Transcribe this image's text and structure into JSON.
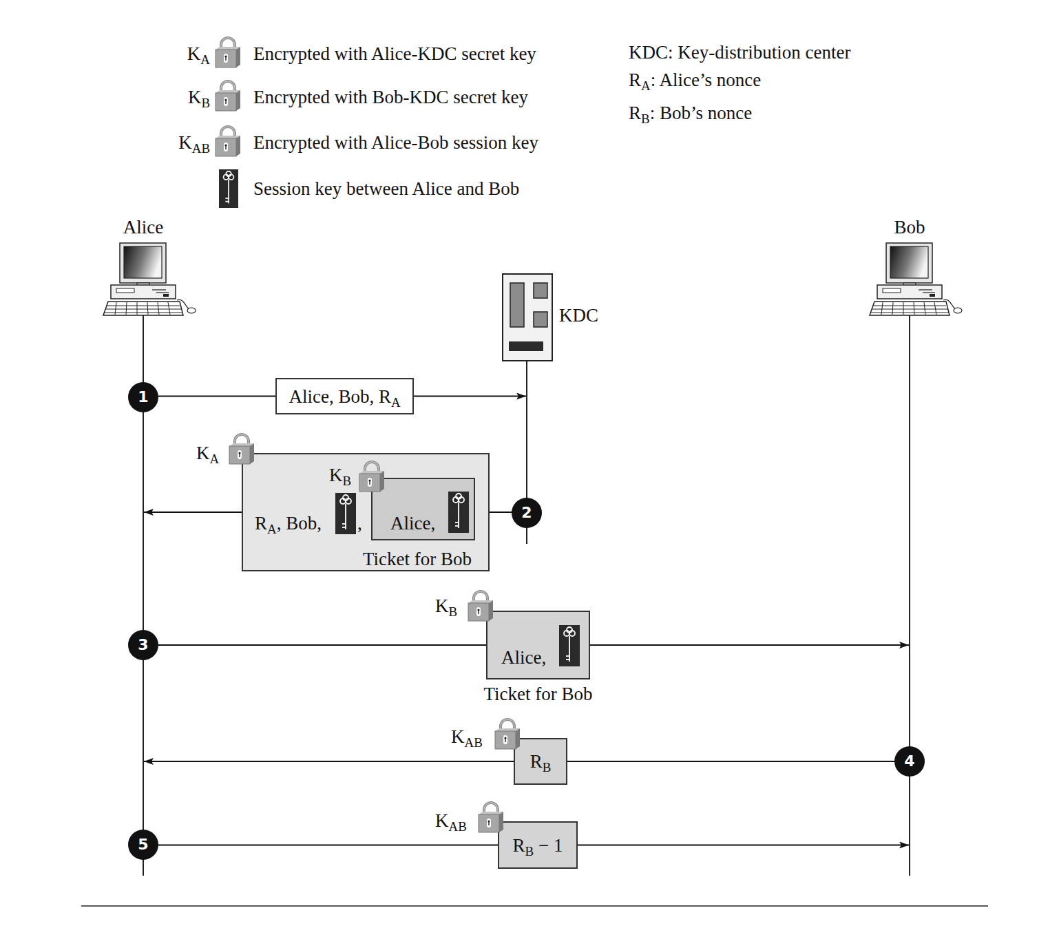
{
  "diagram": {
    "nodes": [
      {
        "text": [
          "Alice"
        ]
      },
      {
        "text": [
          "KDC"
        ]
      },
      {
        "text": [
          "Bob"
        ]
      },
      {
        "text": [
          "Alice, Bob, RA"
        ]
      },
      {
        "text": [
          "KA",
          "RA, Bob,",
          ",",
          "Ticket for Bob"
        ]
      },
      {
        "text": [
          "KB",
          "Alice,"
        ],
        "in": 4
      },
      {
        "text": [
          "KB",
          "Alice,",
          "Ticket for Bob"
        ]
      },
      {
        "text": [
          "KAB",
          "RB"
        ]
      },
      {
        "text": [
          "KAB",
          "RB − 1"
        ]
      }
    ],
    "edges": [
      {
        "from": 0,
        "to": 3,
        "arrow": "none"
      },
      {
        "from": 3,
        "to": 1,
        "arrow": "to"
      },
      {
        "from": 1,
        "to": 4,
        "arrow": "none"
      },
      {
        "from": 4,
        "to": 0,
        "arrow": "to"
      },
      {
        "from": 0,
        "to": 6,
        "arrow": "none"
      },
      {
        "from": 6,
        "to": 2,
        "arrow": "to"
      },
      {
        "from": 2,
        "to": 7,
        "arrow": "none"
      },
      {
        "from": 7,
        "to": 0,
        "arrow": "to"
      },
      {
        "from": 0,
        "to": 8,
        "arrow": "none"
      },
      {
        "from": 8,
        "to": 2,
        "arrow": "to"
      }
    ],
    "labels": [
      "KA",
      "KB",
      "KAB",
      "KDC: Key-distribution center",
      "RA: Alice’s nonce",
      "RB: Bob’s nonce",
      "1",
      "2",
      "3",
      "4",
      "5"
    ],
    "legend": [
      {
        "text": "Encrypted with Alice-KDC secret key"
      },
      {
        "text": "Encrypted with Bob-KDC secret key"
      },
      {
        "text": "Encrypted with Alice-Bob session key"
      },
      {
        "text": "Session key between Alice and Bob"
      }
    ]
  }
}
